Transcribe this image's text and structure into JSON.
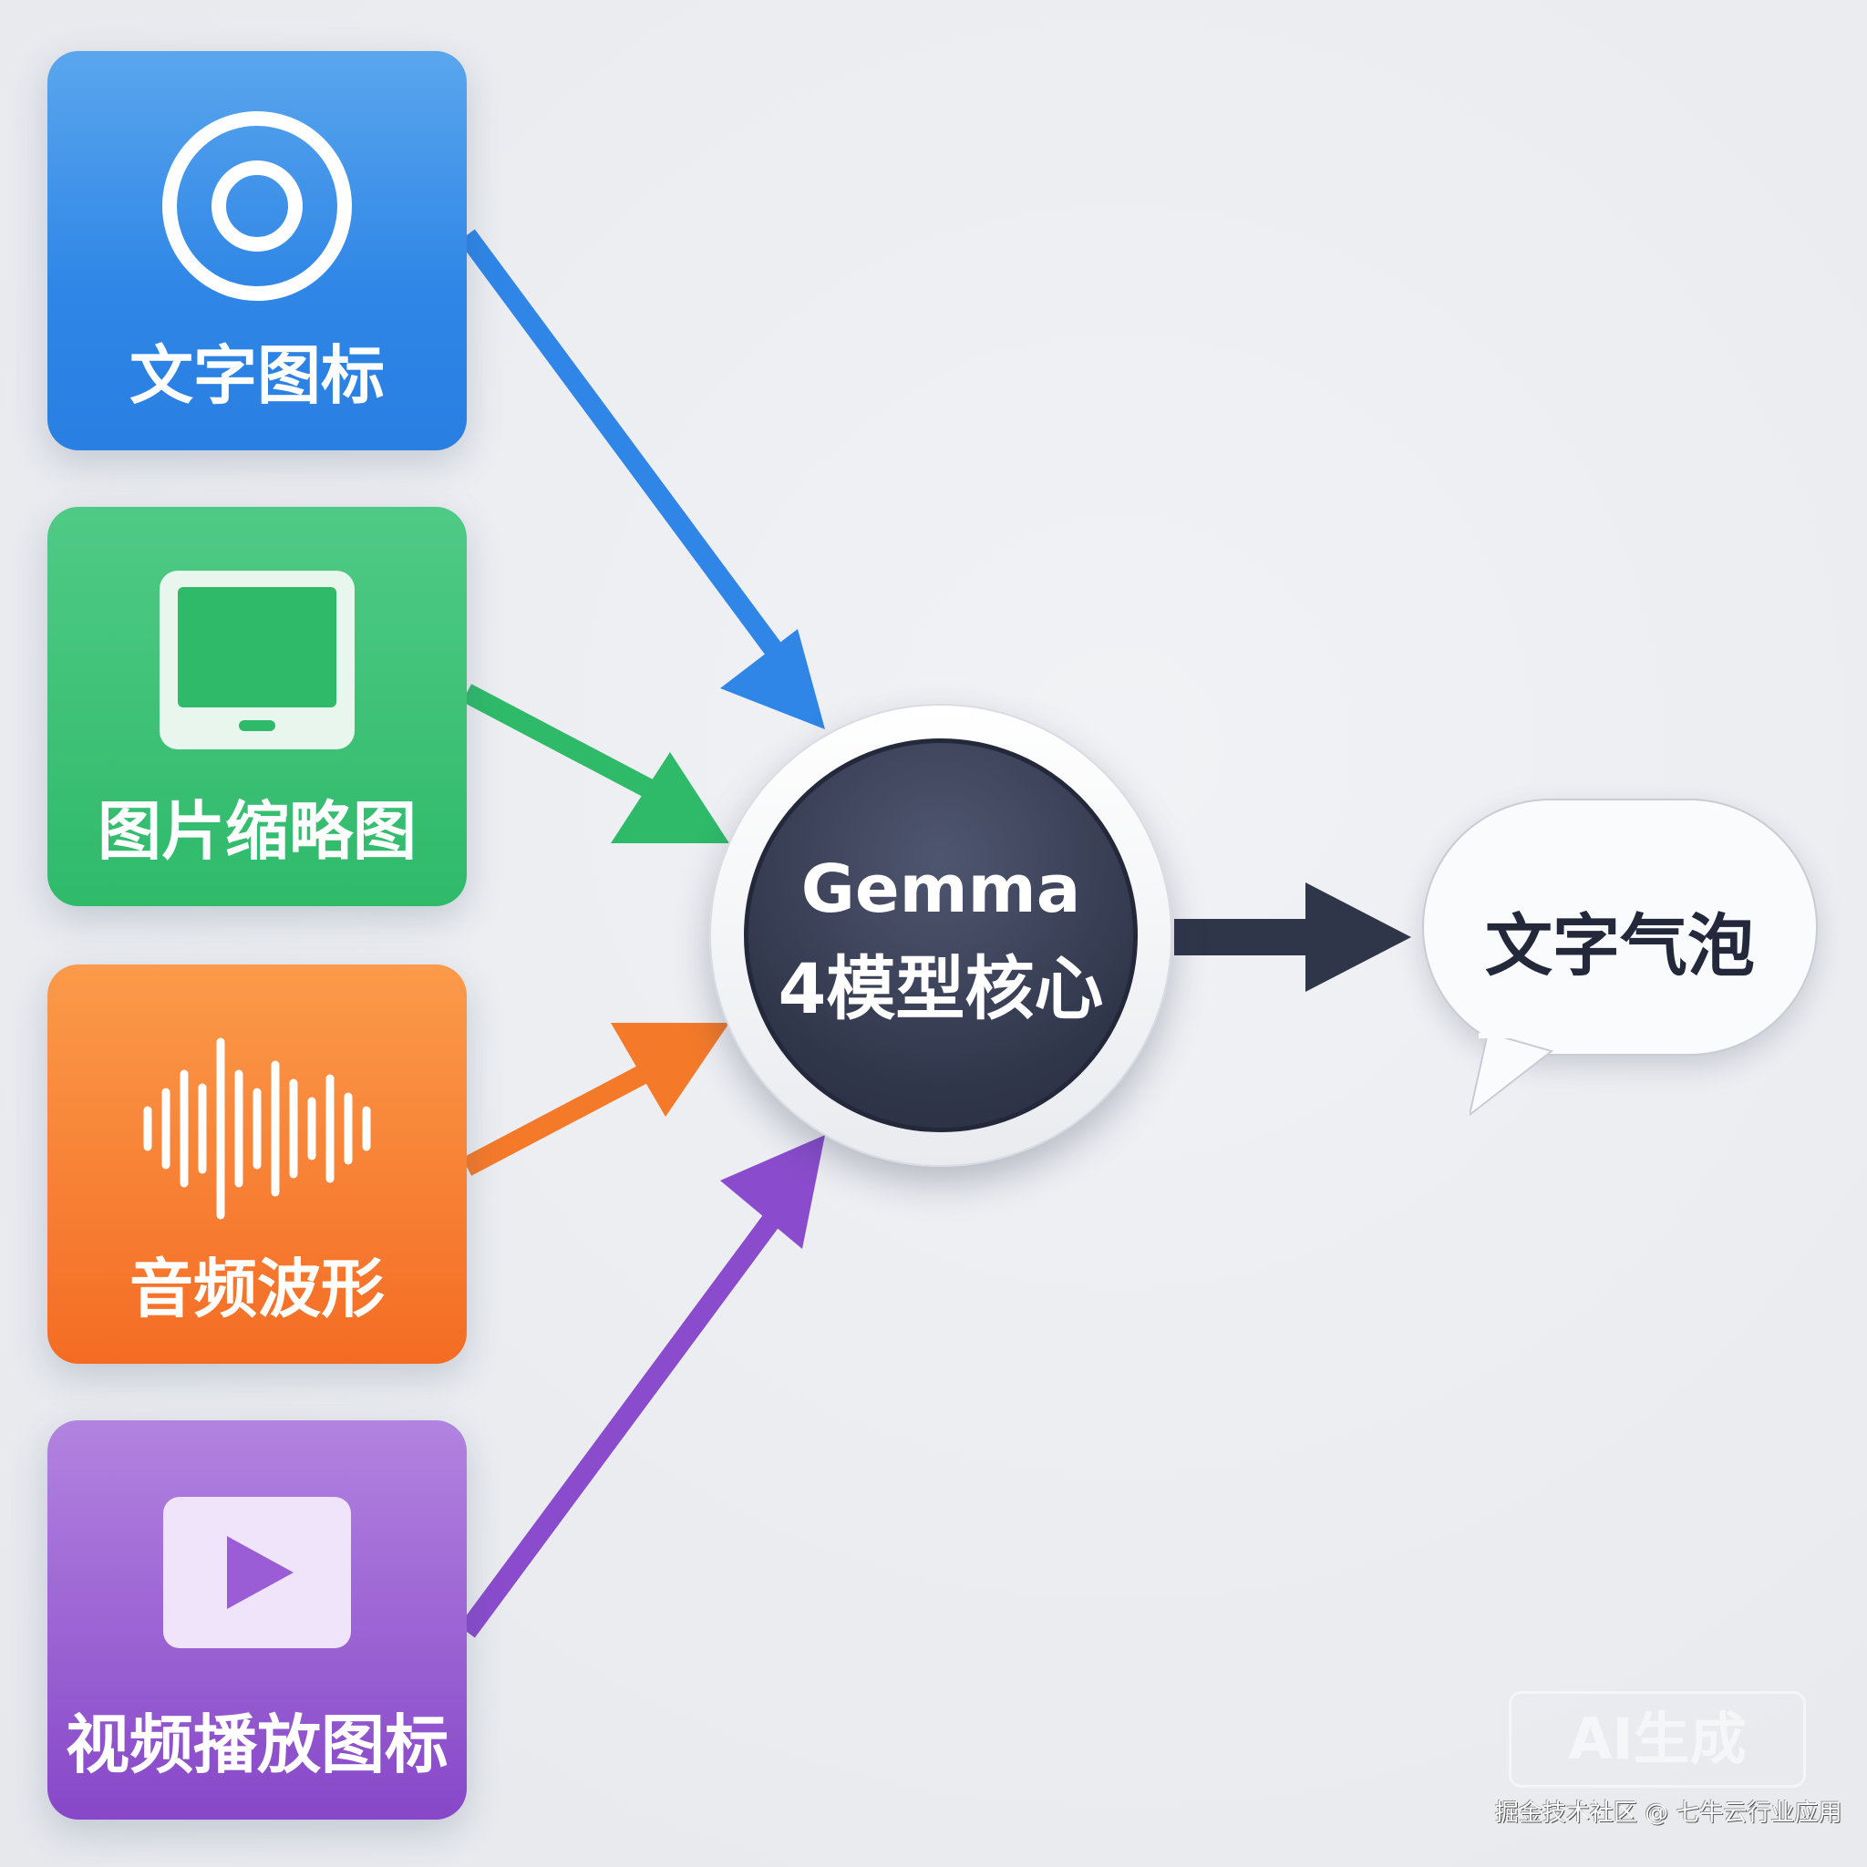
{
  "inputs": [
    {
      "label": "文字图标",
      "icon": "target-circle-icon",
      "color": "#2f86e6"
    },
    {
      "label": "图片缩略图",
      "icon": "tablet-screen-icon",
      "color": "#2fba6a"
    },
    {
      "label": "音频波形",
      "icon": "audio-waveform-icon",
      "color": "#f46c24"
    },
    {
      "label": "视频播放图标",
      "icon": "video-play-icon",
      "color": "#8747c8"
    }
  ],
  "core": {
    "line1": "Gemma",
    "line2": "4模型核心",
    "color": "#30364a"
  },
  "output": {
    "label": "文字气泡",
    "icon": "speech-bubble"
  },
  "arrow_colors": {
    "blue": "#2f86e6",
    "green": "#2fba6a",
    "orange": "#f47a2a",
    "purple": "#8a4ccc",
    "dark": "#30364a"
  },
  "watermark": {
    "label": "AI生成"
  },
  "credit": "掘金技术社区 @ 七牛云行业应用"
}
